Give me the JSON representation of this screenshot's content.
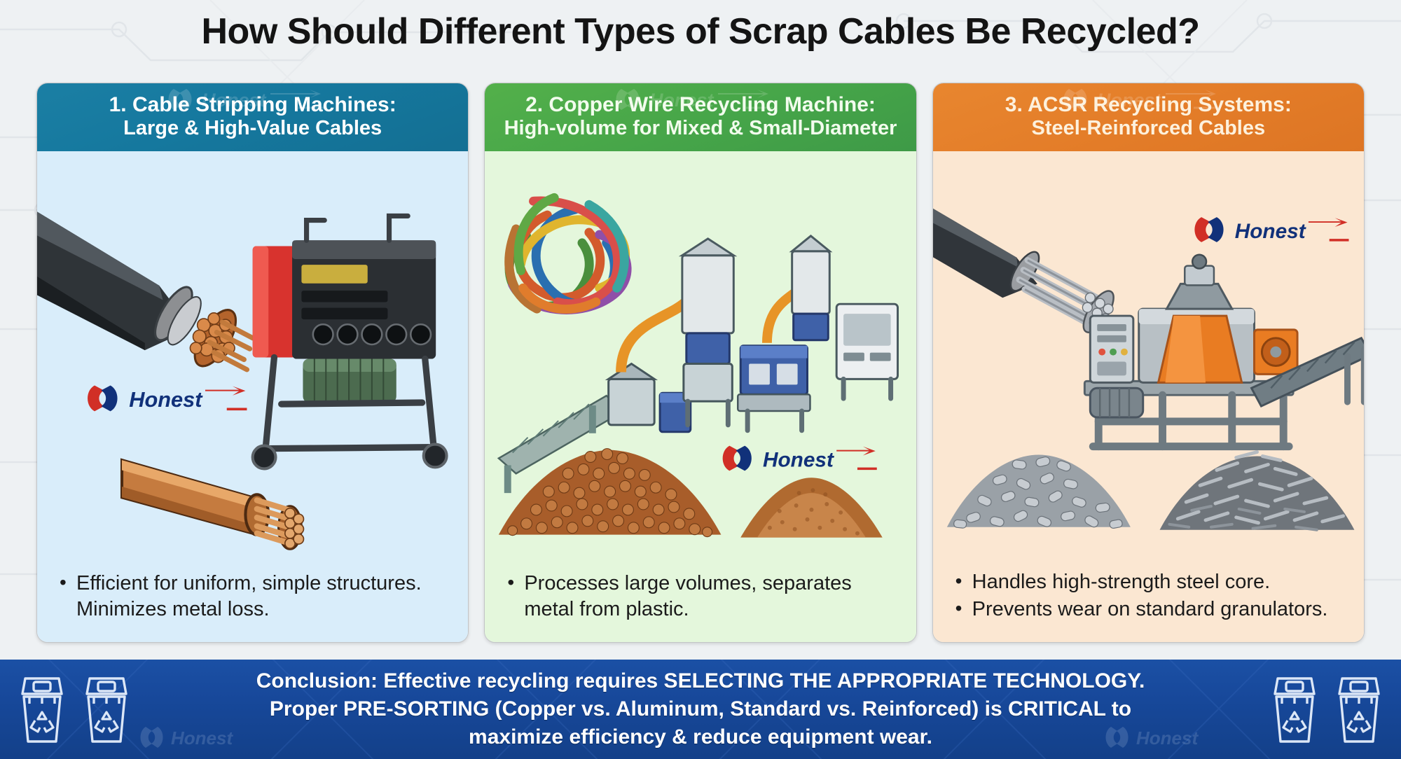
{
  "page": {
    "title": "How Should Different Types of Scrap Cables Be Recycled?",
    "brand": "Honest",
    "background_color": "#eef1f3",
    "title_color": "#141414"
  },
  "cards": [
    {
      "number": "1.",
      "heading_line1": "1. Cable Stripping Machines:",
      "heading_line2": "Large & High-Value Cables",
      "header_color": "#15789e",
      "body_color": "#d9edfa",
      "header_text_color": "#ffffff",
      "bullets": [
        "Efficient for uniform, simple structures. Minimizes metal loss."
      ],
      "logo_alt": "Honest"
    },
    {
      "number": "2.",
      "heading_line1": "2. Copper Wire Recycling Machine:",
      "heading_line2": "High-volume for Mixed & Small-Diameter",
      "header_color": "#46a549",
      "body_color": "#e4f7dc",
      "header_text_color": "#f2fced",
      "bullets": [
        "Processes large volumes, separates metal from plastic."
      ],
      "logo_alt": "Honest"
    },
    {
      "number": "3.",
      "heading_line1": "3. ACSR Recycling Systems:",
      "heading_line2": "Steel-Reinforced Cables",
      "header_color": "#e37c28",
      "body_color": "#fbe7d2",
      "header_text_color": "#fdf1dd",
      "bullets": [
        "Handles high-strength steel core.",
        "Prevents wear on standard granulators."
      ],
      "logo_alt": "Honest"
    }
  ],
  "banner": {
    "line1": "Conclusion: Effective recycling requires SELECTING THE APPROPRIATE TECHNOLOGY.",
    "line2": "Proper PRE-SORTING (Copper vs. Aluminum, Standard vs. Reinforced) is CRITICAL to",
    "line3": "maximize efficiency & reduce equipment wear.",
    "background_color": "#17489a",
    "text_color": "#ffffff",
    "icon_left": "recycle-bin-icon",
    "icon_right": "recycle-bin-icon",
    "watermark": "Honest"
  }
}
